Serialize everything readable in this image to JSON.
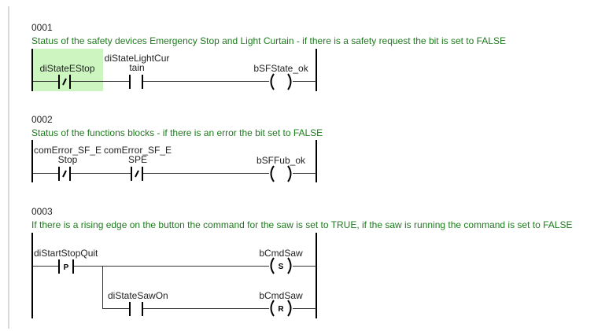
{
  "colors": {
    "comment": "#1e7a1e",
    "highlight": "#ccf5c0",
    "rail": "#000000",
    "gutter": "#d8d8d8"
  },
  "rungs": [
    {
      "number": "0001",
      "comment": "Status of the safety devices Emergency Stop and Light Curtain - if there is a safety request the bit is set to FALSE",
      "contacts": [
        {
          "variable": "diStateEStop",
          "type": "negated",
          "selected": true
        },
        {
          "variable_line1": "diStateLightCur",
          "variable_line2": "tain",
          "type": "normal"
        }
      ],
      "coil": {
        "variable": "bSFState_ok",
        "type": "normal"
      }
    },
    {
      "number": "0002",
      "comment": "Status of the functions blocks - if there is an error the bit set to FALSE",
      "contacts": [
        {
          "variable_line1": "comError_SF_E",
          "variable_line2": "Stop",
          "type": "negated"
        },
        {
          "variable_line1": "comError_SF_E",
          "variable_line2": "SPE",
          "type": "negated"
        }
      ],
      "coil": {
        "variable": "bSFFub_ok",
        "type": "normal"
      }
    },
    {
      "number": "0003",
      "comment": "If there is a rising edge on the button the command for the saw is set to TRUE, if the saw is running the command is set to FALSE",
      "contacts": [
        {
          "variable": "diStartStopQuit",
          "type": "rising_edge",
          "symbol": "P"
        },
        {
          "variable": "diStateSawOn",
          "type": "normal"
        }
      ],
      "coils": [
        {
          "variable": "bCmdSaw",
          "type": "set",
          "symbol": "S"
        },
        {
          "variable": "bCmdSaw",
          "type": "reset",
          "symbol": "R"
        }
      ]
    }
  ]
}
